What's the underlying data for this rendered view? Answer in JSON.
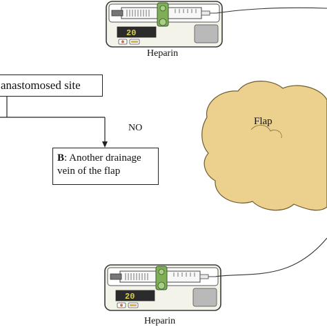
{
  "boxes": {
    "a_text": "anastomosed site",
    "b_letter": "B",
    "b_line1": ": Another drainage",
    "b_line2": "vein of the flap"
  },
  "labels": {
    "heparin_top": "Heparin",
    "heparin_bottom": "Heparin",
    "no": "NO",
    "flap": "Flap"
  },
  "pump_display": {
    "digits": "20"
  },
  "colors": {
    "flap_fill": "#ebd08e",
    "flap_stroke": "#6e5a2e",
    "pump_body": "#f4f3e9",
    "pump_frame": "#3a3a3a",
    "clamp_green": "#7fae58",
    "display_bg": "#2b2b2b",
    "display_digits": "#d8d24a",
    "panel_gray": "#b9b9b9"
  }
}
